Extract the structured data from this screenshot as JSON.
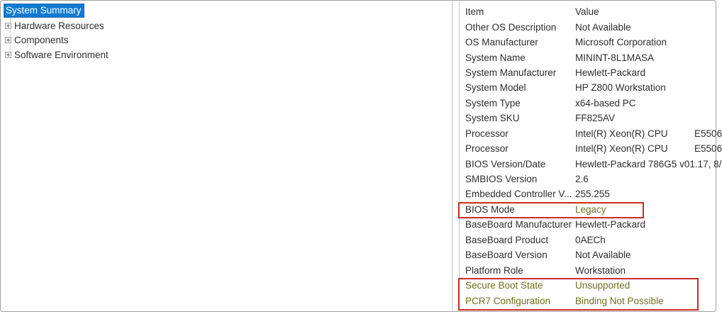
{
  "colors": {
    "selection_blue": "#0f7ad1",
    "annotation_red": "#cc2a1f",
    "highlight_olive": "#6e6e1e",
    "text": "#2d2d2d",
    "pane_border": "#c6c6c6"
  },
  "left_pane": {
    "selected_item": "System Summary",
    "tree_items": [
      {
        "label": "Hardware Resources"
      },
      {
        "label": "Components"
      },
      {
        "label": "Software Environment"
      }
    ]
  },
  "right_pane": {
    "columns": {
      "item": "Item",
      "value": "Value"
    },
    "rows": [
      {
        "item": "Other OS Description",
        "value": "Not Available",
        "style": "normal"
      },
      {
        "item": "OS Manufacturer",
        "value": "Microsoft Corporation",
        "style": "normal"
      },
      {
        "item": "System Name",
        "value": "MININT-8L1MASA",
        "style": "normal"
      },
      {
        "item": "System Manufacturer",
        "value": "Hewlett-Packard",
        "style": "normal"
      },
      {
        "item": "System Model",
        "value": "HP Z800 Workstation",
        "style": "normal"
      },
      {
        "item": "System Type",
        "value": "x64-based PC",
        "style": "normal"
      },
      {
        "item": "System SKU",
        "value": "FF825AV",
        "style": "normal"
      },
      {
        "item": "Processor",
        "value": "Intel(R) Xeon(R) CPU          E5506",
        "style": "normal"
      },
      {
        "item": "Processor",
        "value": "Intel(R) Xeon(R) CPU          E5506",
        "style": "normal"
      },
      {
        "item": "BIOS Version/Date",
        "value": "Hewlett-Packard 786G5 v01.17, 8/",
        "style": "normal"
      },
      {
        "item": "SMBIOS Version",
        "value": "2.6",
        "style": "normal"
      },
      {
        "item": "Embedded Controller V...",
        "value": "255.255",
        "style": "normal"
      },
      {
        "item": "BIOS Mode",
        "value": "Legacy",
        "style": "olive-value"
      },
      {
        "item": "BaseBoard Manufacturer",
        "value": "Hewlett-Packard",
        "style": "normal"
      },
      {
        "item": "BaseBoard Product",
        "value": "0AECh",
        "style": "normal"
      },
      {
        "item": "BaseBoard Version",
        "value": "Not Available",
        "style": "normal"
      },
      {
        "item": "Platform Role",
        "value": "Workstation",
        "style": "normal"
      },
      {
        "item": "Secure Boot State",
        "value": "Unsupported",
        "style": "olive"
      },
      {
        "item": "PCR7 Configuration",
        "value": "Binding Not Possible",
        "style": "olive"
      }
    ]
  },
  "annotations": [
    {
      "name": "bios-mode-red-box",
      "target": "BIOS Mode row"
    },
    {
      "name": "secure-boot-red-box",
      "target": "Secure Boot State and PCR7 Configuration rows"
    }
  ]
}
